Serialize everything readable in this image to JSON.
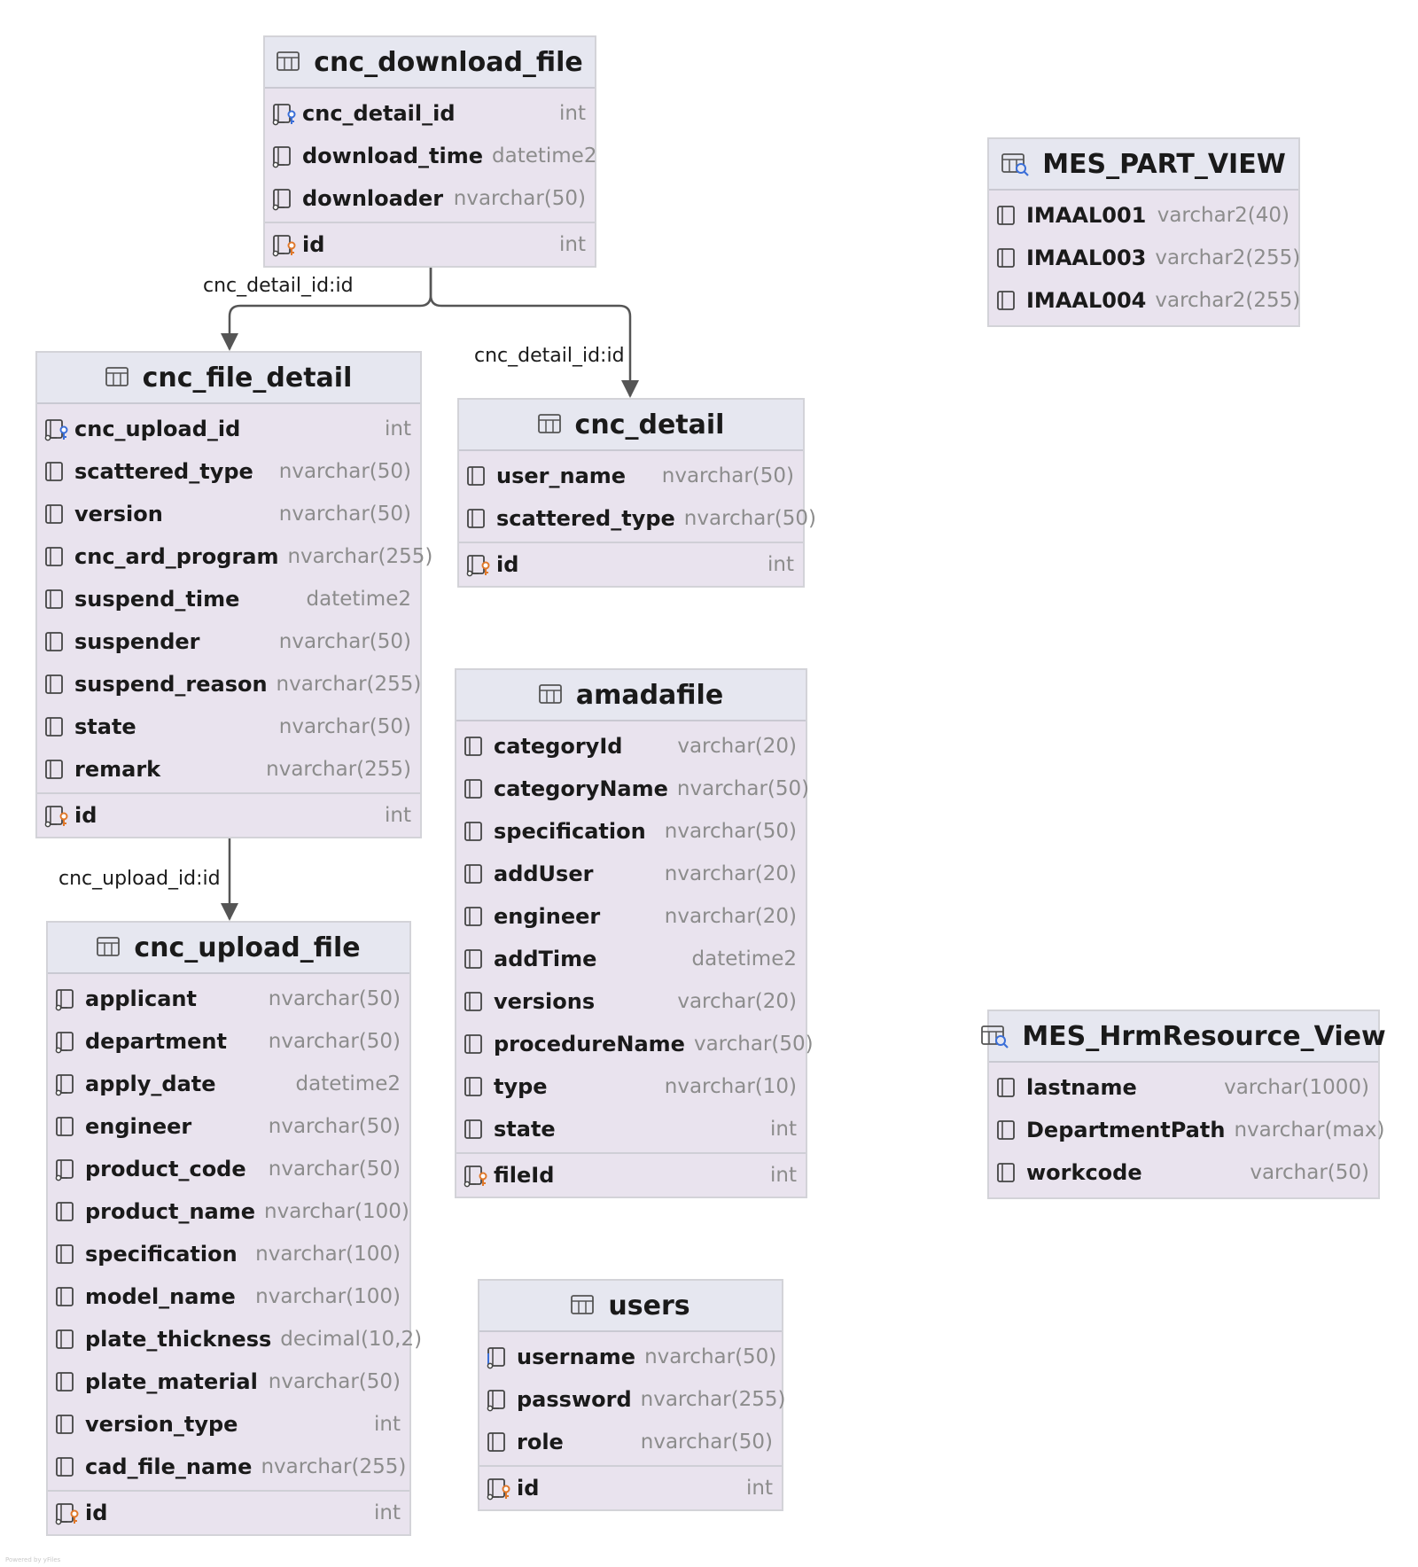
{
  "tables": [
    {
      "id": "cnc_download_file",
      "name": "cnc_download_file",
      "kind": "table",
      "columns": [
        {
          "name": "cnc_detail_id",
          "type": "int",
          "icon": "fk"
        },
        {
          "name": "download_time",
          "type": "datetime2",
          "icon": "idx"
        },
        {
          "name": "downloader",
          "type": "nvarchar(50)",
          "icon": "idx"
        }
      ],
      "pk": [
        {
          "name": "id",
          "type": "int",
          "icon": "pk"
        }
      ]
    },
    {
      "id": "cnc_file_detail",
      "name": "cnc_file_detail",
      "kind": "table",
      "columns": [
        {
          "name": "cnc_upload_id",
          "type": "int",
          "icon": "fk"
        },
        {
          "name": "scattered_type",
          "type": "nvarchar(50)",
          "icon": "col"
        },
        {
          "name": "version",
          "type": "nvarchar(50)",
          "icon": "col"
        },
        {
          "name": "cnc_ard_program",
          "type": "nvarchar(255)",
          "icon": "col"
        },
        {
          "name": "suspend_time",
          "type": "datetime2",
          "icon": "col"
        },
        {
          "name": "suspender",
          "type": "nvarchar(50)",
          "icon": "col"
        },
        {
          "name": "suspend_reason",
          "type": "nvarchar(255)",
          "icon": "col"
        },
        {
          "name": "state",
          "type": "nvarchar(50)",
          "icon": "col"
        },
        {
          "name": "remark",
          "type": "nvarchar(255)",
          "icon": "col"
        }
      ],
      "pk": [
        {
          "name": "id",
          "type": "int",
          "icon": "pk"
        }
      ]
    },
    {
      "id": "cnc_detail",
      "name": "cnc_detail",
      "kind": "table",
      "columns": [
        {
          "name": "user_name",
          "type": "nvarchar(50)",
          "icon": "col"
        },
        {
          "name": "scattered_type",
          "type": "nvarchar(50)",
          "icon": "col"
        }
      ],
      "pk": [
        {
          "name": "id",
          "type": "int",
          "icon": "pk"
        }
      ]
    },
    {
      "id": "amadafile",
      "name": "amadafile",
      "kind": "table",
      "columns": [
        {
          "name": "categoryId",
          "type": "varchar(20)",
          "icon": "col"
        },
        {
          "name": "categoryName",
          "type": "nvarchar(50)",
          "icon": "col"
        },
        {
          "name": "specification",
          "type": "nvarchar(50)",
          "icon": "col"
        },
        {
          "name": "addUser",
          "type": "nvarchar(20)",
          "icon": "col"
        },
        {
          "name": "engineer",
          "type": "nvarchar(20)",
          "icon": "col"
        },
        {
          "name": "addTime",
          "type": "datetime2",
          "icon": "col"
        },
        {
          "name": "versions",
          "type": "varchar(20)",
          "icon": "col"
        },
        {
          "name": "procedureName",
          "type": "varchar(50)",
          "icon": "col"
        },
        {
          "name": "type",
          "type": "nvarchar(10)",
          "icon": "col"
        },
        {
          "name": "state",
          "type": "int",
          "icon": "col"
        }
      ],
      "pk": [
        {
          "name": "fileId",
          "type": "int",
          "icon": "pk"
        }
      ]
    },
    {
      "id": "cnc_upload_file",
      "name": "cnc_upload_file",
      "kind": "table",
      "columns": [
        {
          "name": "applicant",
          "type": "nvarchar(50)",
          "icon": "idx"
        },
        {
          "name": "department",
          "type": "nvarchar(50)",
          "icon": "idx"
        },
        {
          "name": "apply_date",
          "type": "datetime2",
          "icon": "idx"
        },
        {
          "name": "engineer",
          "type": "nvarchar(50)",
          "icon": "col"
        },
        {
          "name": "product_code",
          "type": "nvarchar(50)",
          "icon": "idx"
        },
        {
          "name": "product_name",
          "type": "nvarchar(100)",
          "icon": "col"
        },
        {
          "name": "specification",
          "type": "nvarchar(100)",
          "icon": "col"
        },
        {
          "name": "model_name",
          "type": "nvarchar(100)",
          "icon": "col"
        },
        {
          "name": "plate_thickness",
          "type": "decimal(10,2)",
          "icon": "col"
        },
        {
          "name": "plate_material",
          "type": "nvarchar(50)",
          "icon": "col"
        },
        {
          "name": "version_type",
          "type": "int",
          "icon": "col"
        },
        {
          "name": "cad_file_name",
          "type": "nvarchar(255)",
          "icon": "col"
        }
      ],
      "pk": [
        {
          "name": "id",
          "type": "int",
          "icon": "pk"
        }
      ]
    },
    {
      "id": "users",
      "name": "users",
      "kind": "table",
      "columns": [
        {
          "name": "username",
          "type": "nvarchar(50)",
          "icon": "uq"
        },
        {
          "name": "password",
          "type": "nvarchar(255)",
          "icon": "idx"
        },
        {
          "name": "role",
          "type": "nvarchar(50)",
          "icon": "col"
        }
      ],
      "pk": [
        {
          "name": "id",
          "type": "int",
          "icon": "pk"
        }
      ]
    },
    {
      "id": "mes_part_view",
      "name": "MES_PART_VIEW",
      "kind": "view",
      "columns": [
        {
          "name": "IMAAL001",
          "type": "varchar2(40)",
          "icon": "col"
        },
        {
          "name": "IMAAL003",
          "type": "varchar2(255)",
          "icon": "col"
        },
        {
          "name": "IMAAL004",
          "type": "varchar2(255)",
          "icon": "col"
        }
      ],
      "pk": []
    },
    {
      "id": "mes_hrmresource_view",
      "name": "MES_HrmResource_View",
      "kind": "view",
      "columns": [
        {
          "name": "lastname",
          "type": "varchar(1000)",
          "icon": "col"
        },
        {
          "name": "DepartmentPath",
          "type": "nvarchar(max)",
          "icon": "col"
        },
        {
          "name": "workcode",
          "type": "varchar(50)",
          "icon": "col"
        }
      ],
      "pk": []
    }
  ],
  "relationships": [
    {
      "from": "cnc_download_file",
      "to": "cnc_file_detail",
      "label": "cnc_detail_id:id"
    },
    {
      "from": "cnc_download_file",
      "to": "cnc_detail",
      "label": "cnc_detail_id:id"
    },
    {
      "from": "cnc_file_detail",
      "to": "cnc_upload_file",
      "label": "cnc_upload_id:id"
    }
  ],
  "colors": {
    "table_fill": "#e9e3ee",
    "header_fill": "#e6e7f0",
    "type_text": "#8c8c8c",
    "fk_icon": "#3b6fd8",
    "pk_icon": "#e0782a",
    "edge": "#555555"
  }
}
